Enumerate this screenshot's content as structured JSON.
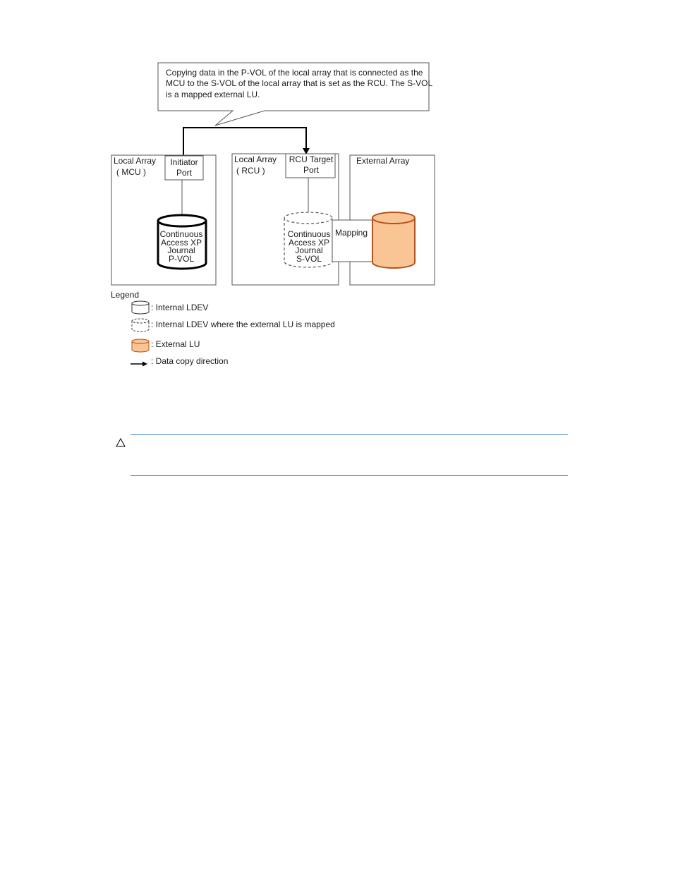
{
  "callout": {
    "lines": [
      "Copying data in the P-VOL of the local array that is connected as the",
      "MCU to the S-VOL of the local array that is set as the RCU. The S-VOL",
      "is a mapped external LU."
    ]
  },
  "mcu_box": {
    "title": "Local Array",
    "subtitle": "( MCU )",
    "port_lines": [
      "Initiator",
      "Port"
    ],
    "volume_lines": [
      "Continuous",
      "Access XP",
      "Journal",
      "P-VOL"
    ]
  },
  "rcu_box": {
    "title": "Local Array",
    "subtitle": "( RCU )",
    "port_lines": [
      "RCU Target",
      "Port"
    ],
    "volume_lines": [
      "Continuous",
      "Access XP",
      "Journal",
      "S-VOL"
    ]
  },
  "external_box": {
    "title": "External Array",
    "mapping_label": "Mapping"
  },
  "legend": {
    "title": "Legend",
    "items": [
      ": Internal LDEV",
      ": Internal LDEV where the external LU is mapped",
      ": External LU",
      ": Data copy direction"
    ]
  },
  "colors": {
    "external_lu_fill": "#fac594",
    "external_lu_stroke": "#b4511e",
    "caution_rule": "#3a86c8"
  },
  "caution": {
    "icon": "caution-triangle-icon"
  }
}
